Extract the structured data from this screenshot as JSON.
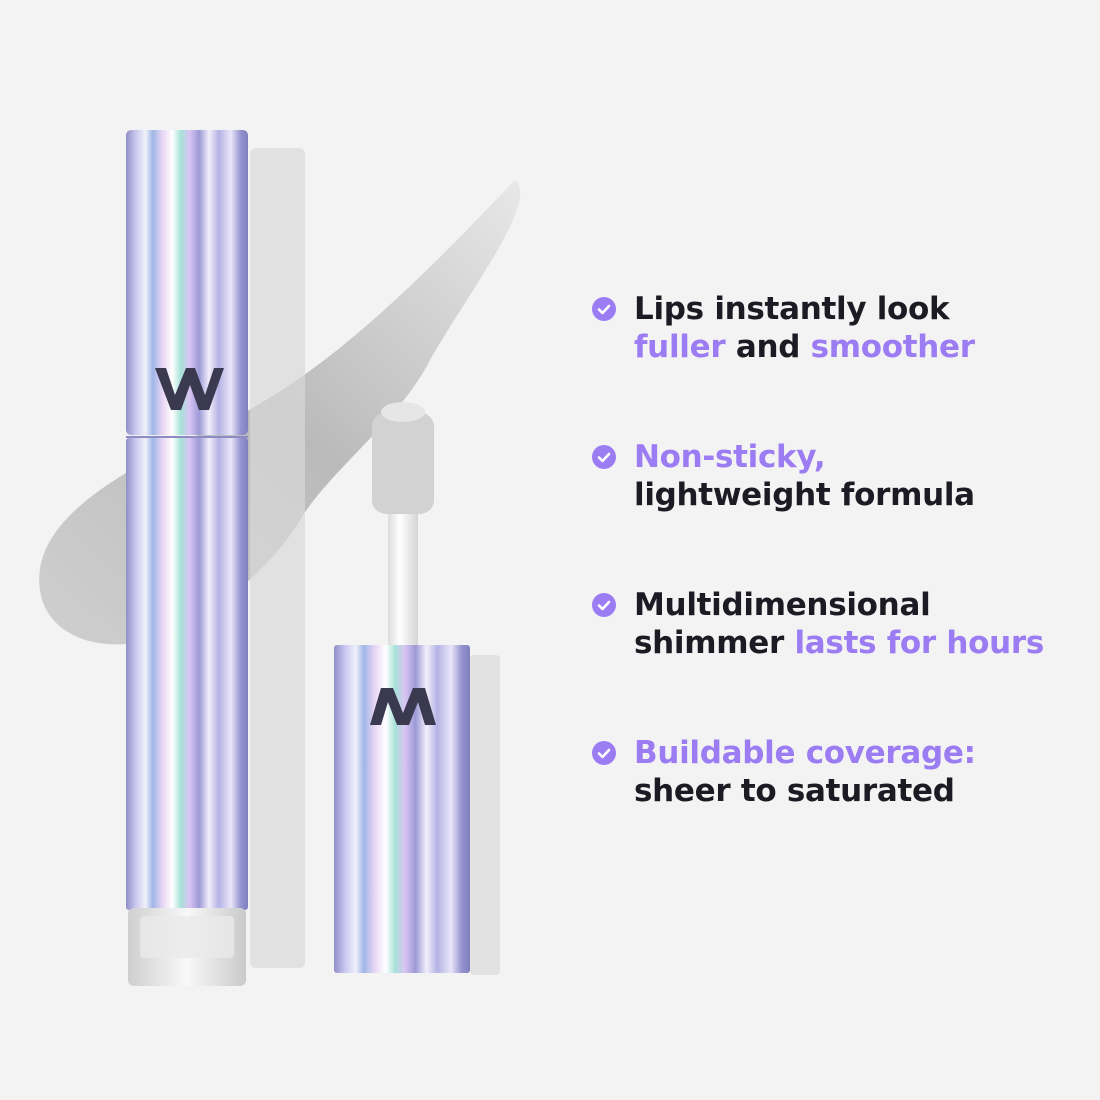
{
  "product": {
    "tube_logo": "W",
    "cap_logo": "M"
  },
  "colors": {
    "background": "#f3f3f3",
    "accent": "#9b7cf2",
    "text": "#1c1a22",
    "logo": "#3b3950"
  },
  "features": [
    {
      "icon": "check-circle-icon",
      "line1": [
        {
          "text": "Lips instantly look",
          "accent": false
        }
      ],
      "line2": [
        {
          "text": "fuller",
          "accent": true
        },
        {
          "text": " and ",
          "accent": false
        },
        {
          "text": "smoother",
          "accent": true
        }
      ]
    },
    {
      "icon": "check-circle-icon",
      "line1": [
        {
          "text": "Non-sticky,",
          "accent": true
        }
      ],
      "line2": [
        {
          "text": "lightweight formula",
          "accent": false
        }
      ]
    },
    {
      "icon": "check-circle-icon",
      "line1": [
        {
          "text": "Multidimensional",
          "accent": false
        }
      ],
      "line2": [
        {
          "text": "shimmer ",
          "accent": false
        },
        {
          "text": "lasts for hours",
          "accent": true
        }
      ]
    },
    {
      "icon": "check-circle-icon",
      "line1": [
        {
          "text": "Buildable coverage:",
          "accent": true
        }
      ],
      "line2": [
        {
          "text": "sheer to saturated",
          "accent": false
        }
      ]
    }
  ]
}
